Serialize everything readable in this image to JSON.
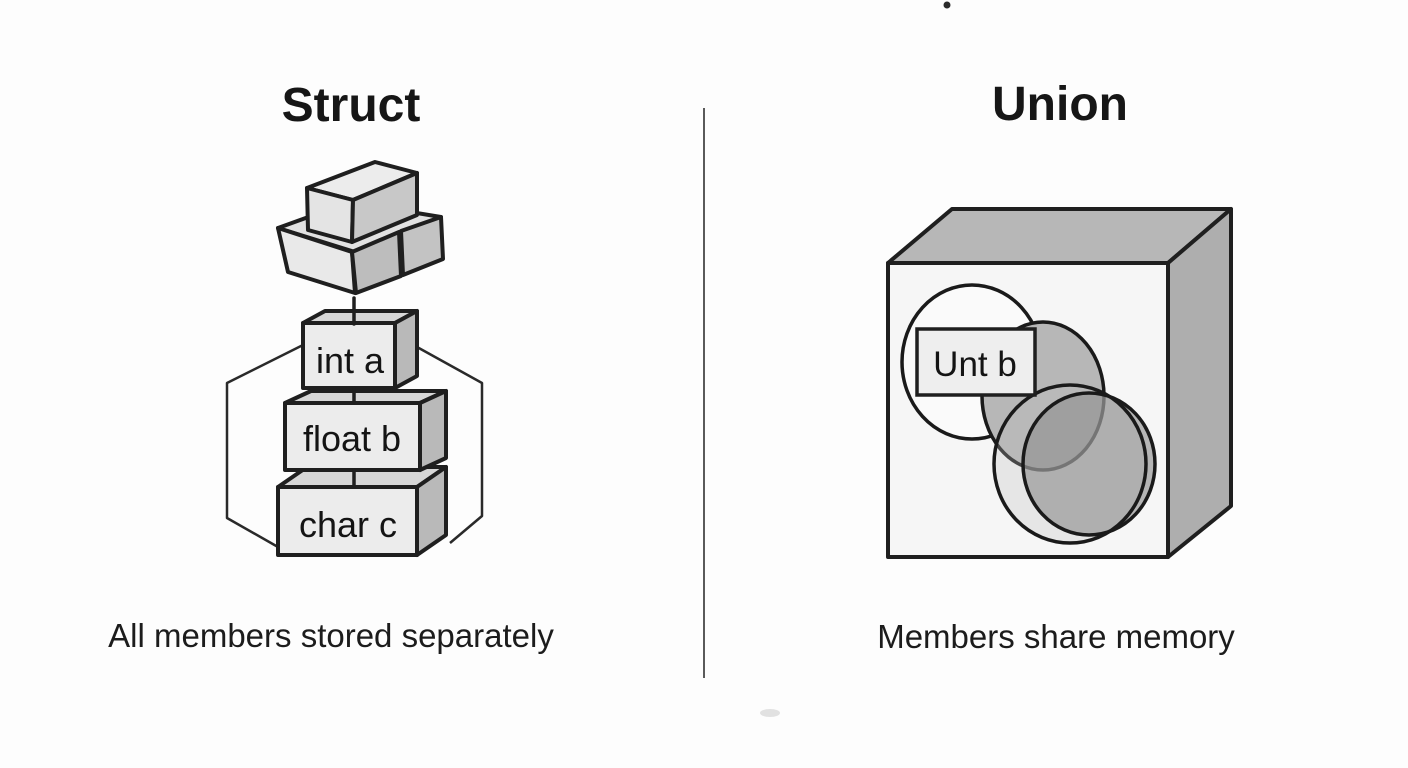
{
  "struct_panel": {
    "title": "Struct",
    "caption": "All members stored separately",
    "members": [
      {
        "label": "int a"
      },
      {
        "label": "float b"
      },
      {
        "label": "char c"
      }
    ],
    "icon": "brick-stack-icon"
  },
  "union_panel": {
    "title": "Union",
    "caption": "Members share memory",
    "member_label": "Unt b",
    "icon": "memory-cube-icon"
  },
  "colors": {
    "background": "#fdfdfd",
    "ink": "#1f1f1f",
    "box_front": "#ececec",
    "box_top": "#d7d7d7",
    "box_side": "#b9b9b9",
    "brick_top": "#ececec",
    "brick_left": "#e4e4e4",
    "brick_right": "#c8c8c8",
    "brick_row_top": "#e2e2e2",
    "brick_row_front": "#e9e9e9",
    "brick_row_side": "#bdbdbd",
    "brick_row_side2": "#c3c3c3",
    "cube_front": "#f6f6f6",
    "cube_top": "#b7b7b7",
    "cube_side": "#aeaeae",
    "circle_white": "#fafafa",
    "ellipse_gray": "#b7b7b7",
    "label_fill": "#eeeeee",
    "divider": "#5a5a5a"
  }
}
